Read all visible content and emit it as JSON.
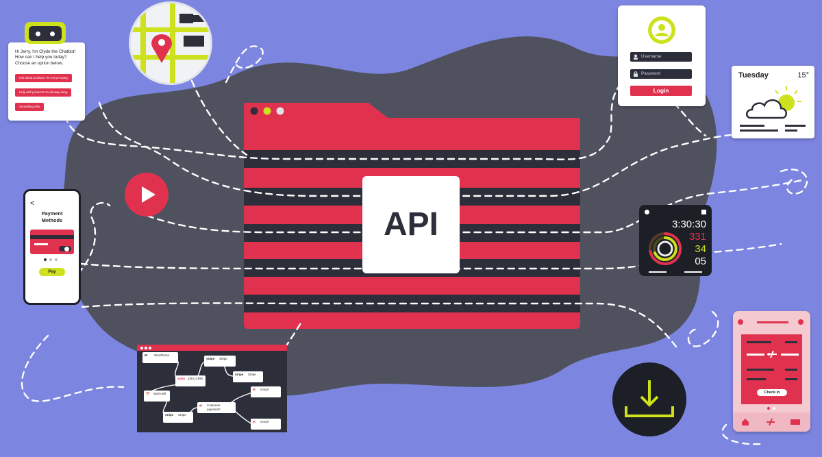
{
  "colors": {
    "background": "#7c85e0",
    "blob": "#4f525e",
    "accent_red": "#e0324f",
    "dark": "#2c2f3a",
    "lime": "#cde11c"
  },
  "api": {
    "label": "API"
  },
  "chatbot": {
    "greeting": "Hi Jerry, I'm Clyde the Chatbot! How can I help you today? Choose an option below.",
    "options": [
      "Info about products I'm not yet using",
      "Help with products I'm already using",
      "Something else"
    ]
  },
  "login": {
    "username_placeholder": "Username",
    "password_placeholder": "Password",
    "button": "Login"
  },
  "weather": {
    "day": "Tuesday",
    "temperature": "15°",
    "icon": "cloud-sun-icon"
  },
  "payment": {
    "back": "<",
    "title_line1": "Payment",
    "title_line2": "Methods",
    "pay_button": "Pay"
  },
  "watch": {
    "time": "3:30:30",
    "move": "331",
    "exercise": "34",
    "stand": "05"
  },
  "flight": {
    "checkin_button": "Check In"
  },
  "workflow": {
    "nodes": [
      {
        "service": "W",
        "name": "WordPress"
      },
      {
        "service": "stripe",
        "name": "Stripe"
      },
      {
        "service": "Zoho",
        "name": "Zoho CRM"
      },
      {
        "service": "stripe",
        "name": "Stripe"
      },
      {
        "service": "⏰",
        "name": "Wait until"
      },
      {
        "service": "M",
        "name": "Gmail"
      },
      {
        "service": "stripe",
        "name": "Stripe"
      },
      {
        "service": "⇄",
        "name": "Customer payment?"
      },
      {
        "service": "M",
        "name": "Gmail"
      }
    ]
  }
}
